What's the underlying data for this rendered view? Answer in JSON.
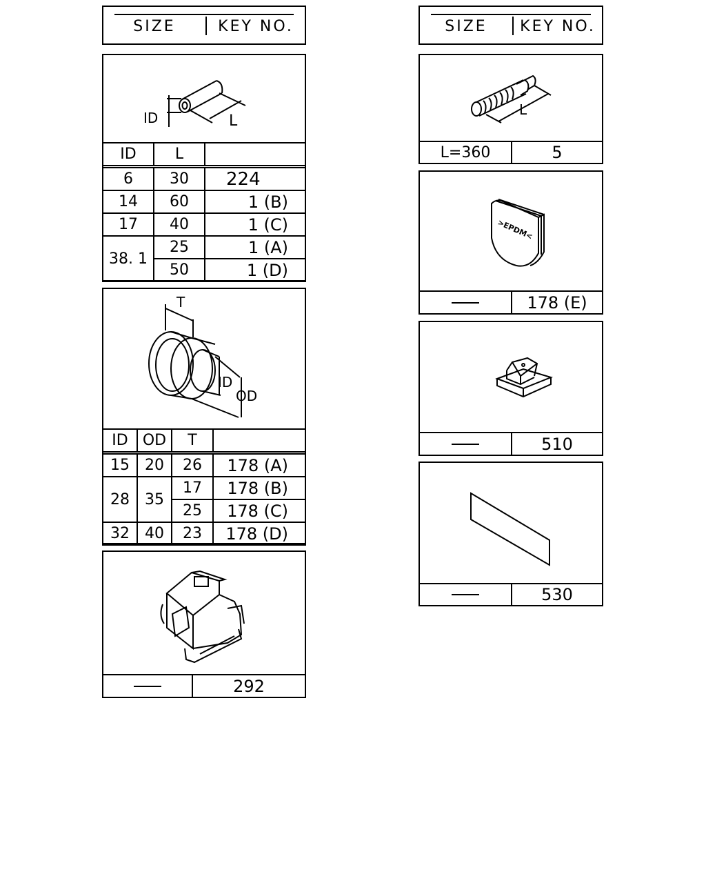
{
  "headers": [
    {
      "size": "SIZE",
      "key_no": "KEY NO."
    },
    {
      "size": "SIZE",
      "key_no": "KEY NO."
    }
  ],
  "hose": {
    "dim_id": "ID",
    "dim_l": "L",
    "columns": [
      "ID",
      "L",
      ""
    ],
    "rows": [
      {
        "id": "6",
        "l": "30",
        "key": "224"
      },
      {
        "id": "14",
        "l": "60",
        "key": "1 (B)"
      },
      {
        "id": "17",
        "l": "40",
        "key": "1 (C)"
      },
      {
        "id": "38. 1",
        "l": "25",
        "key": "1 (A)"
      },
      {
        "id": "",
        "l": "50",
        "key": "1 (D)"
      }
    ]
  },
  "grommet": {
    "dim_t": "T",
    "dim_id": "ID",
    "dim_od": "OD",
    "columns": [
      "ID",
      "OD",
      "T",
      ""
    ],
    "rows": [
      {
        "id": "15",
        "od": "20",
        "t": "26",
        "key": "178 (A)"
      },
      {
        "id": "28",
        "od": "35",
        "t": "17",
        "key": "178 (B)"
      },
      {
        "id": "",
        "od": "",
        "t": "25",
        "key": "178 (C)"
      },
      {
        "id": "32",
        "od": "40",
        "t": "23",
        "key": "178 (D)"
      }
    ]
  },
  "connector": {
    "size": "—",
    "key": "292"
  },
  "corrugated": {
    "dim_l": "L",
    "size": "L=360",
    "key": "5"
  },
  "epdm_plug": {
    "label": ">EPDM<",
    "size": "—",
    "key": "178 (E)"
  },
  "clip": {
    "size": "—",
    "key": "510"
  },
  "pad": {
    "size": "—",
    "key": "530"
  }
}
